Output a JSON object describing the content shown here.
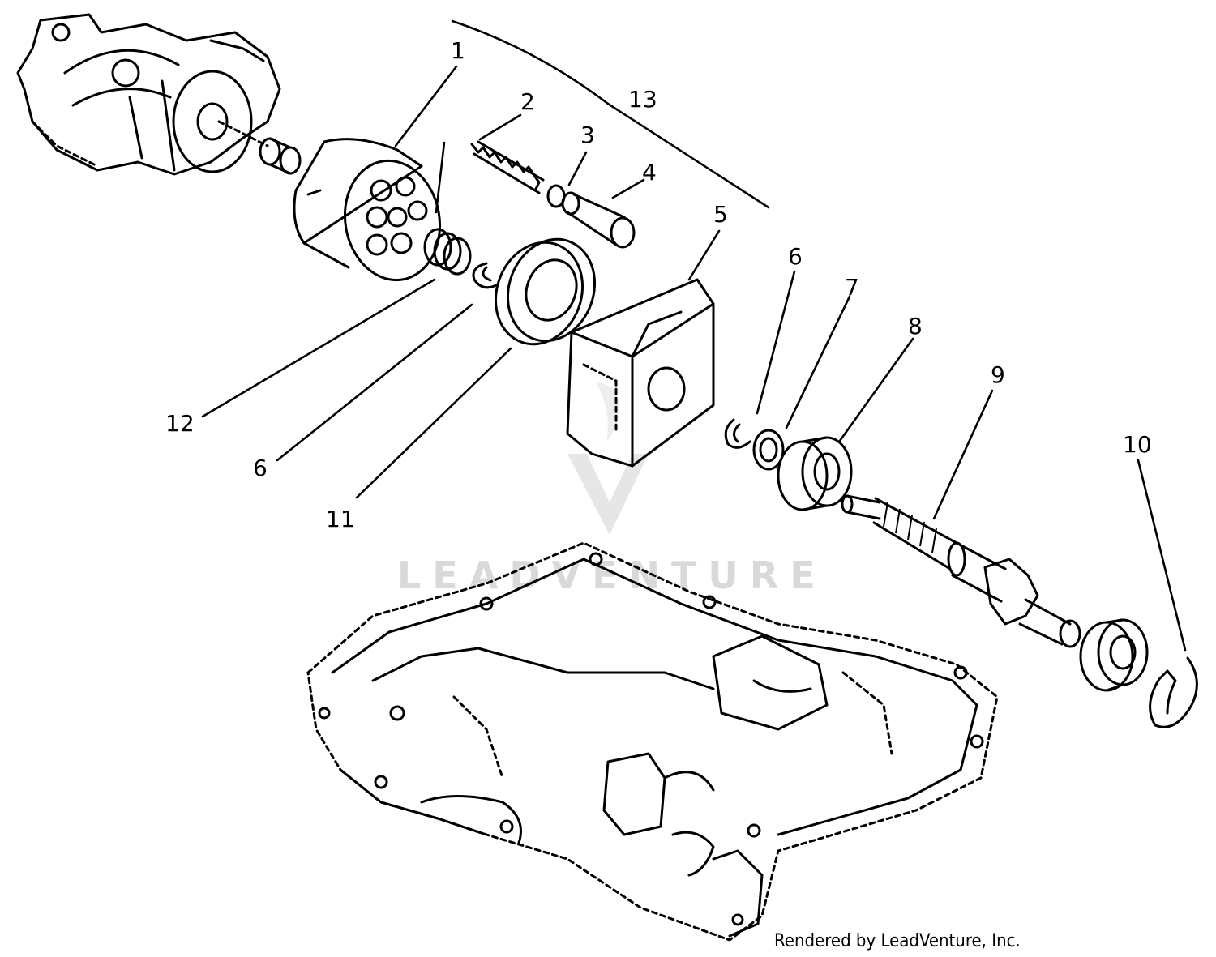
{
  "diagram": {
    "callouts": [
      {
        "id": "c1",
        "label": "1"
      },
      {
        "id": "c2",
        "label": "2"
      },
      {
        "id": "c3",
        "label": "3"
      },
      {
        "id": "c4",
        "label": "4"
      },
      {
        "id": "c5",
        "label": "5"
      },
      {
        "id": "c6a",
        "label": "6"
      },
      {
        "id": "c7",
        "label": "7"
      },
      {
        "id": "c8",
        "label": "8"
      },
      {
        "id": "c9",
        "label": "9"
      },
      {
        "id": "c10",
        "label": "10"
      },
      {
        "id": "c11",
        "label": "11"
      },
      {
        "id": "c12",
        "label": "12"
      },
      {
        "id": "c6b",
        "label": "6"
      },
      {
        "id": "c13",
        "label": "13"
      }
    ],
    "watermark": "LEADVENTURE",
    "credit": "Rendered by LeadVenture, Inc."
  }
}
